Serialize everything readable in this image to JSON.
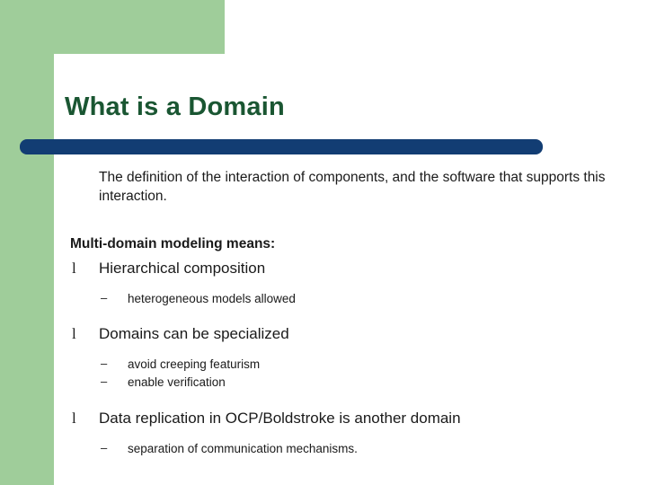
{
  "slide": {
    "title": "What is a Domain",
    "intro": "The definition of the interaction of components, and the software that supports this interaction.",
    "section_heading": "Multi-domain modeling means:",
    "bullet_marker": "l",
    "sub_marker": "–",
    "bullets": [
      {
        "text": "Hierarchical composition",
        "subs": [
          "heterogeneous models allowed"
        ]
      },
      {
        "text": "Domains can be specialized",
        "subs": [
          "avoid creeping featurism",
          "enable verification"
        ]
      },
      {
        "text": "Data replication in OCP/Boldstroke is another domain",
        "subs": [
          "separation of communication mechanisms."
        ]
      }
    ]
  },
  "colors": {
    "title": "#1a5632",
    "bar": "#123d73",
    "accent_green": "#9fcd9a",
    "text": "#1a1a1a",
    "background": "#ffffff"
  }
}
